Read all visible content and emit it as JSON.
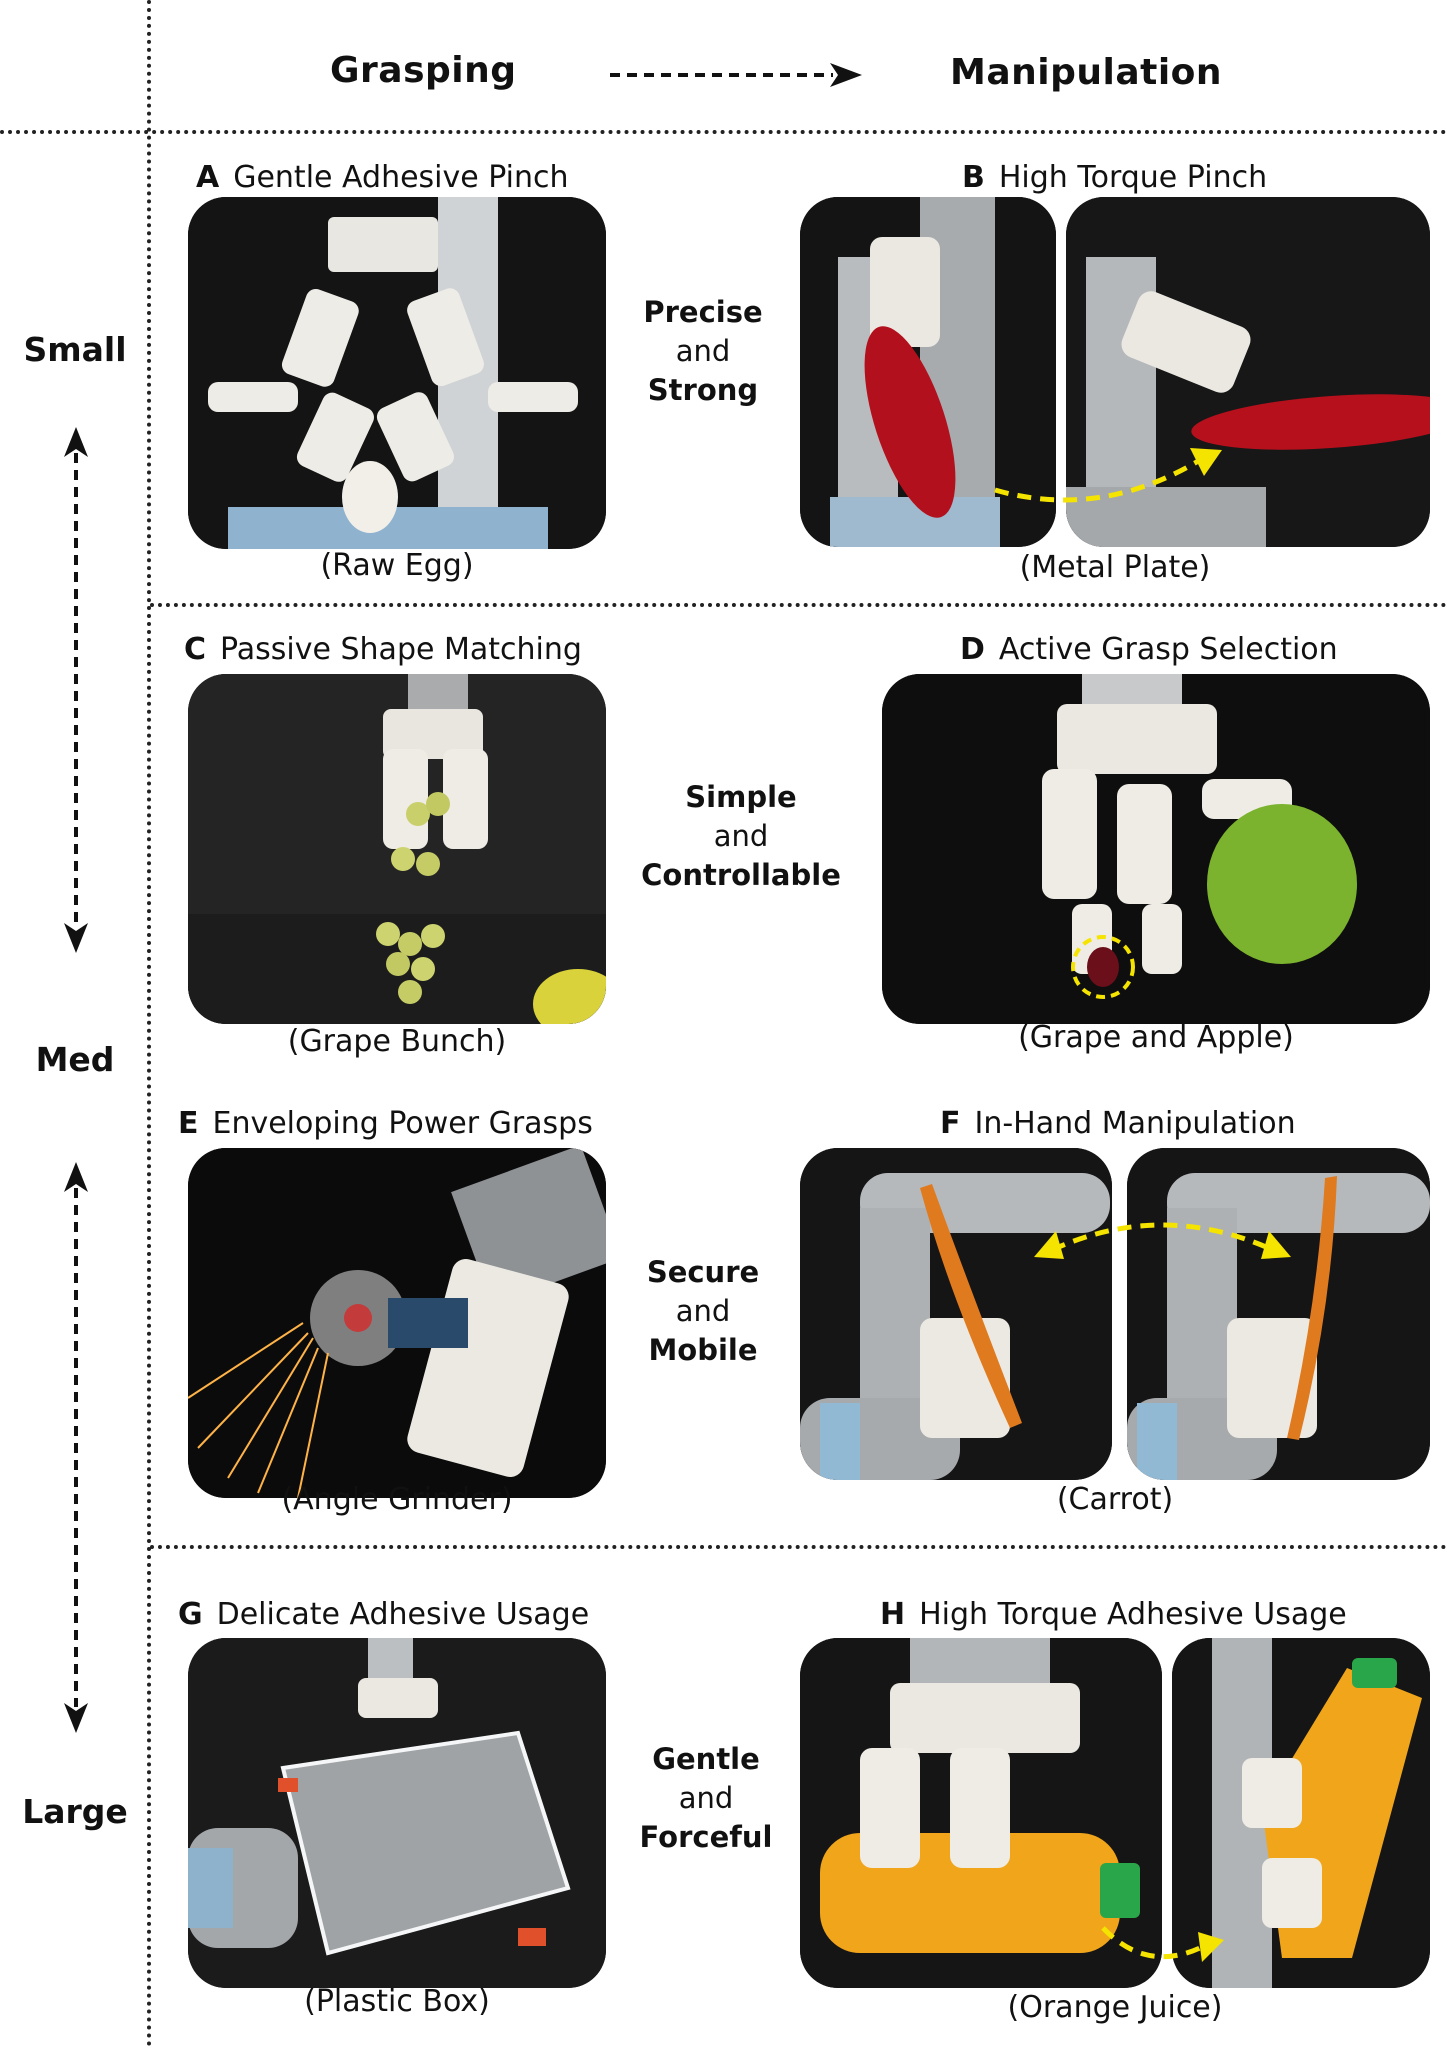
{
  "header": {
    "grasping": "Grasping",
    "manipulation": "Manipulation"
  },
  "sizes": {
    "small": "Small",
    "med": "Med",
    "large": "Large"
  },
  "middle_labels": [
    {
      "top": "Precise",
      "mid": "and",
      "bottom": "Strong"
    },
    {
      "top": "Simple",
      "mid": "and",
      "bottom": "Controllable"
    },
    {
      "top": "Secure",
      "mid": "and",
      "bottom": "Mobile"
    },
    {
      "top": "Gentle",
      "mid": "and",
      "bottom": "Forceful"
    }
  ],
  "panels": {
    "A": {
      "letter": "A",
      "title": "Gentle Adhesive Pinch",
      "caption": "(Raw Egg)"
    },
    "B": {
      "letter": "B",
      "title": "High Torque Pinch",
      "caption": "(Metal Plate)"
    },
    "C": {
      "letter": "C",
      "title": "Passive Shape Matching",
      "caption": "(Grape Bunch)"
    },
    "D": {
      "letter": "D",
      "title": "Active Grasp Selection",
      "caption": "(Grape and Apple)"
    },
    "E": {
      "letter": "E",
      "title": "Enveloping Power Grasps",
      "caption": "(Angle Grinder)"
    },
    "F": {
      "letter": "F",
      "title": "In-Hand Manipulation",
      "caption": "(Carrot)"
    },
    "G": {
      "letter": "G",
      "title": "Delicate Adhesive Usage",
      "caption": "(Plastic Box)"
    },
    "H": {
      "letter": "H",
      "title": "High Torque Adhesive Usage",
      "caption": "(Orange Juice)"
    }
  },
  "colors": {
    "annotation_arrow": "#f5e300",
    "background": "#ffffff",
    "photo_backdrop": "#1a1a1a"
  }
}
